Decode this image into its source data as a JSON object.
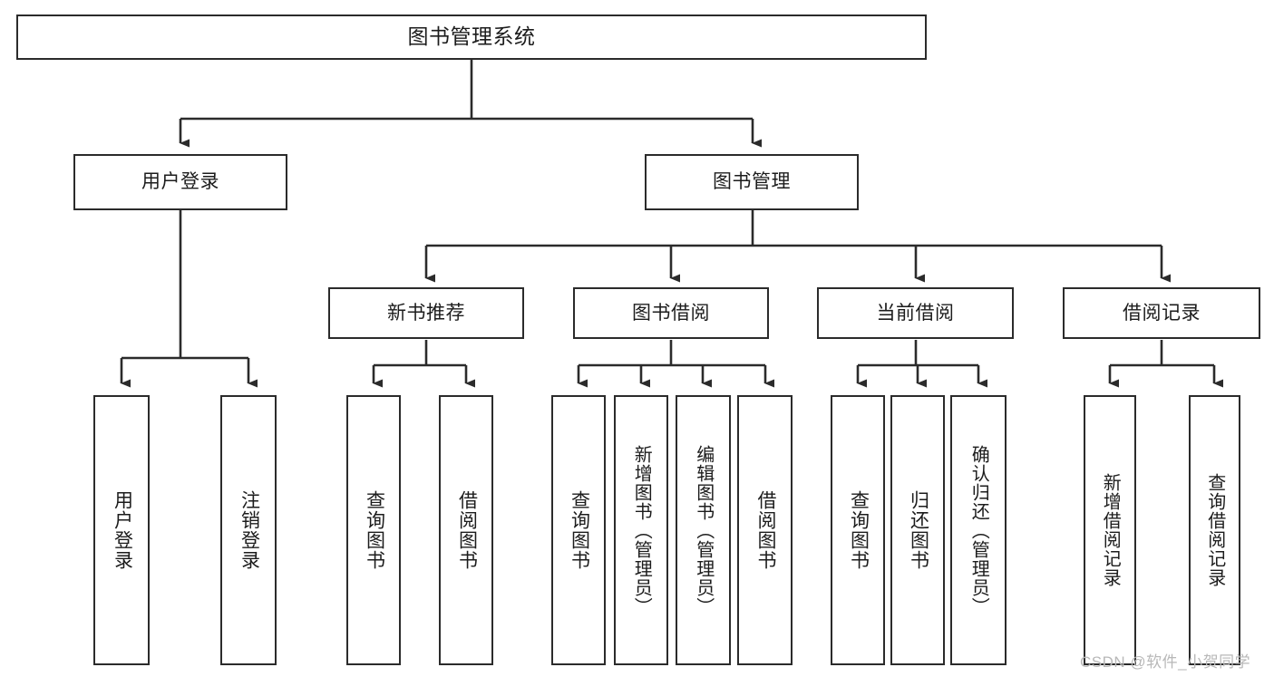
{
  "diagram": {
    "title": "图书管理系统",
    "type": "tree-hierarchy",
    "root": {
      "label": "图书管理系统"
    },
    "level2": [
      {
        "label": "用户登录"
      },
      {
        "label": "图书管理"
      }
    ],
    "level3": [
      {
        "label": "新书推荐"
      },
      {
        "label": "图书借阅"
      },
      {
        "label": "当前借阅"
      },
      {
        "label": "借阅记录"
      }
    ],
    "leaves": {
      "user_login": [
        {
          "label": "用户登录"
        },
        {
          "label": "注销登录"
        }
      ],
      "new_book_recommend": [
        {
          "label": "查询图书"
        },
        {
          "label": "借阅图书"
        }
      ],
      "book_borrow": [
        {
          "label": "查询图书"
        },
        {
          "label": "新增图书（管理员）"
        },
        {
          "label": "编辑图书（管理员）"
        },
        {
          "label": "借阅图书"
        }
      ],
      "current_borrow": [
        {
          "label": "查询图书"
        },
        {
          "label": "归还图书"
        },
        {
          "label": "确认归还（管理员）"
        }
      ],
      "borrow_record": [
        {
          "label": "新增借阅记录"
        },
        {
          "label": "查询借阅记录"
        }
      ]
    }
  },
  "watermark": {
    "text": "CSDN @软件_小贺同学"
  },
  "colors": {
    "stroke": "#2b2b2b",
    "background": "#ffffff",
    "text": "#1c1c1c",
    "watermark": "#b8b8b8"
  }
}
